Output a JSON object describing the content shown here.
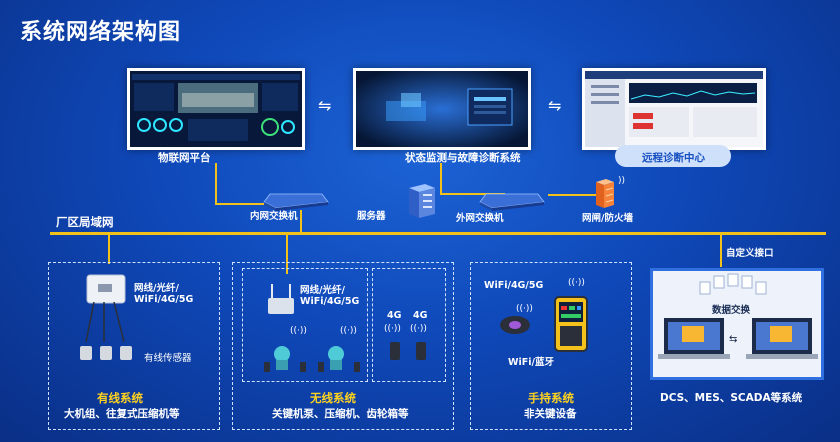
{
  "title": "系统网络架构图",
  "screens": {
    "iot_label": "物联网平台",
    "monitor_label": "状态监测与故障诊断系统",
    "remote_label": "远程诊断中心"
  },
  "network": {
    "lan_label": "厂区局域网",
    "inner_switch": "内网交换机",
    "server": "服务器",
    "outer_switch": "外网交换机",
    "firewall": "网闸/防火墙",
    "custom_interface": "自定义接口"
  },
  "wired": {
    "conn_line1": "网线/光纤/",
    "conn_line2": "WiFi/4G/5G",
    "sensor_label": "有线传感器",
    "title": "有线系统",
    "subtitle": "大机组、往复式压缩机等"
  },
  "wireless": {
    "conn_line1": "网线/光纤/",
    "conn_line2": "WiFi/4G/5G",
    "tag_4g_a": "4G",
    "tag_4g_b": "4G",
    "title": "无线系统",
    "subtitle": "关键机泵、压缩机、齿轮箱等"
  },
  "handheld": {
    "conn": "WiFi/4G/5G",
    "bt": "WiFi/蓝牙",
    "title": "手持系统",
    "subtitle": "非关键设备"
  },
  "dcs": {
    "exchange_label": "数据交换",
    "caption": "DCS、MES、SCADA等系统"
  },
  "colors": {
    "accent_yellow": "#ffd21f",
    "lan_line": "#f2c21b",
    "background": "#0f48b8"
  }
}
